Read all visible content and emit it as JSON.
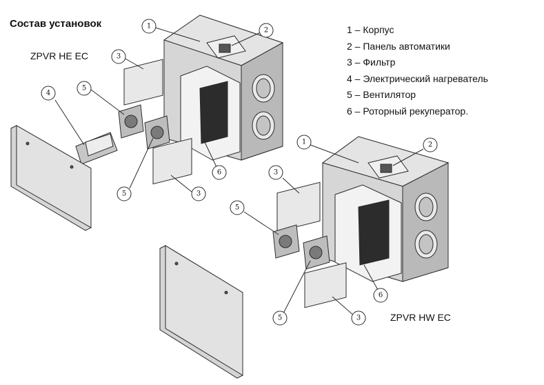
{
  "title": "Состав установок",
  "models": {
    "top": "ZPVR HE EC",
    "bottom": "ZPVR HW EC"
  },
  "legend": [
    "1 – Корпус",
    "2 – Панель автоматики",
    "3 – Фильтр",
    "4 – Электрический нагреватель",
    "5 – Вентилятор",
    "6 – Роторный рекуператор."
  ],
  "callouts": {
    "top": [
      "1",
      "2",
      "3",
      "4",
      "5",
      "5",
      "3",
      "6"
    ],
    "bottom": [
      "1",
      "2",
      "3",
      "5",
      "6",
      "5",
      "3"
    ]
  },
  "colors": {
    "line": "#2b2b2b",
    "panel_light": "#d9d9d9",
    "panel_mid": "#bfbfbf",
    "panel_dark": "#9a9a9a",
    "filter": "#e8e8e8"
  }
}
